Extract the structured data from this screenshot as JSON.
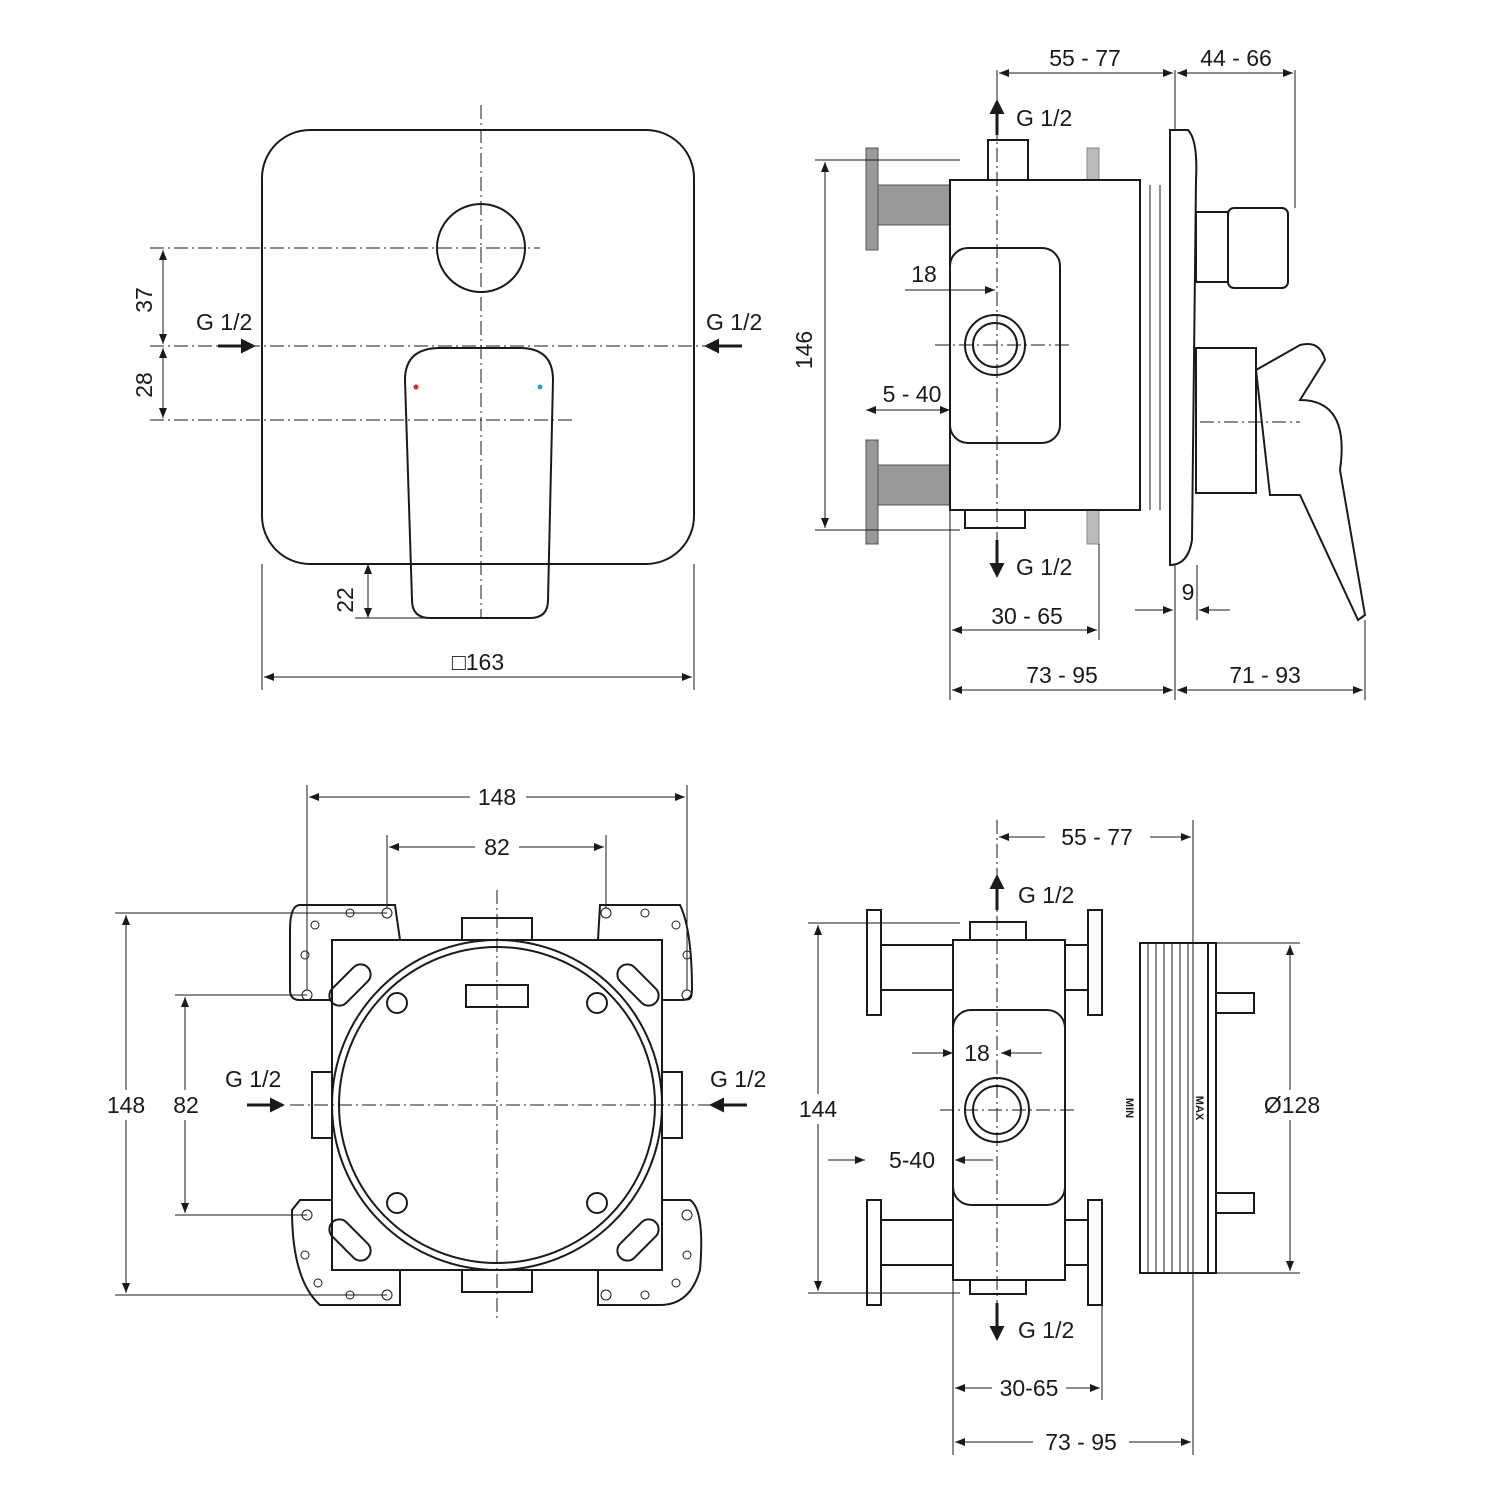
{
  "front_view": {
    "dim_vertical_upper": "37",
    "dim_vertical_lower": "28",
    "dim_lever_gap": "22",
    "dim_width": "□163",
    "inlet_left": "G 1/2",
    "inlet_right": "G 1/2",
    "hot_color": "#d62828",
    "cold_color": "#2a9fd6"
  },
  "side_view_assembled": {
    "dim_top_left": "55 - 77",
    "dim_top_right": "44 - 66",
    "outlet_top": "G 1/2",
    "dim_18": "18",
    "dim_height": "146",
    "dim_wall": "5 - 40",
    "outlet_bottom": "G 1/2",
    "dim_30_65": "30 - 65",
    "dim_9": "9",
    "dim_73_95": "73 - 95",
    "dim_71_93": "71 - 93"
  },
  "body_front_view": {
    "dim_top_outer": "148",
    "dim_top_inner": "82",
    "dim_left_outer": "148",
    "dim_left_inner": "82",
    "inlet_left": "G 1/2",
    "inlet_right": "G 1/2"
  },
  "body_side_view": {
    "dim_top": "55 - 77",
    "outlet_top": "G 1/2",
    "dim_18": "18",
    "dim_height": "144",
    "dim_wall": "5-40",
    "min_label": "MIN",
    "max_label": "MAX",
    "dim_diameter": "Ø128",
    "outlet_bottom": "G 1/2",
    "dim_30_65": "30-65",
    "dim_73_95": "73 - 95"
  }
}
